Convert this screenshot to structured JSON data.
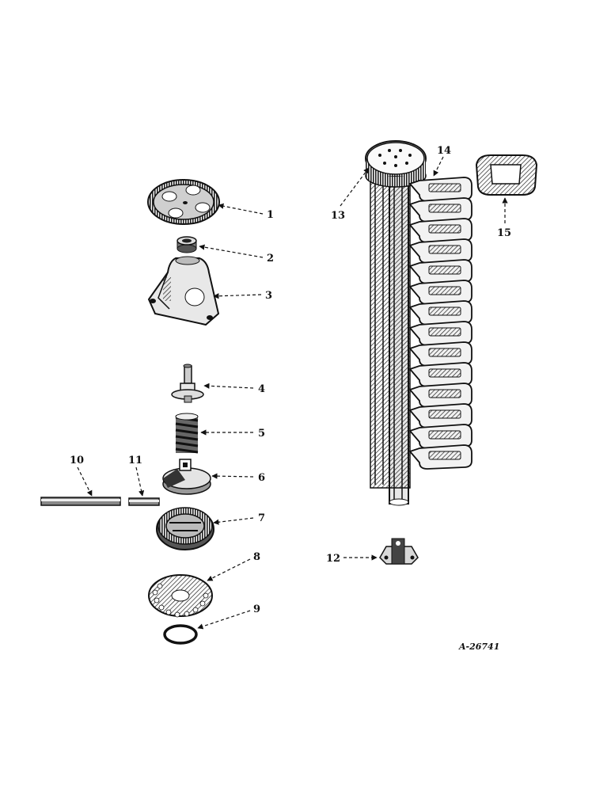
{
  "diagram": {
    "callouts": {
      "c1": "1",
      "c2": "2",
      "c3": "3",
      "c4": "4",
      "c5": "5",
      "c6": "6",
      "c7": "7",
      "c8": "8",
      "c9": "9",
      "c10": "10",
      "c11": "11",
      "c12": "12",
      "c13": "13",
      "c14": "14",
      "c15": "15"
    },
    "reference_code": "A-26741"
  }
}
